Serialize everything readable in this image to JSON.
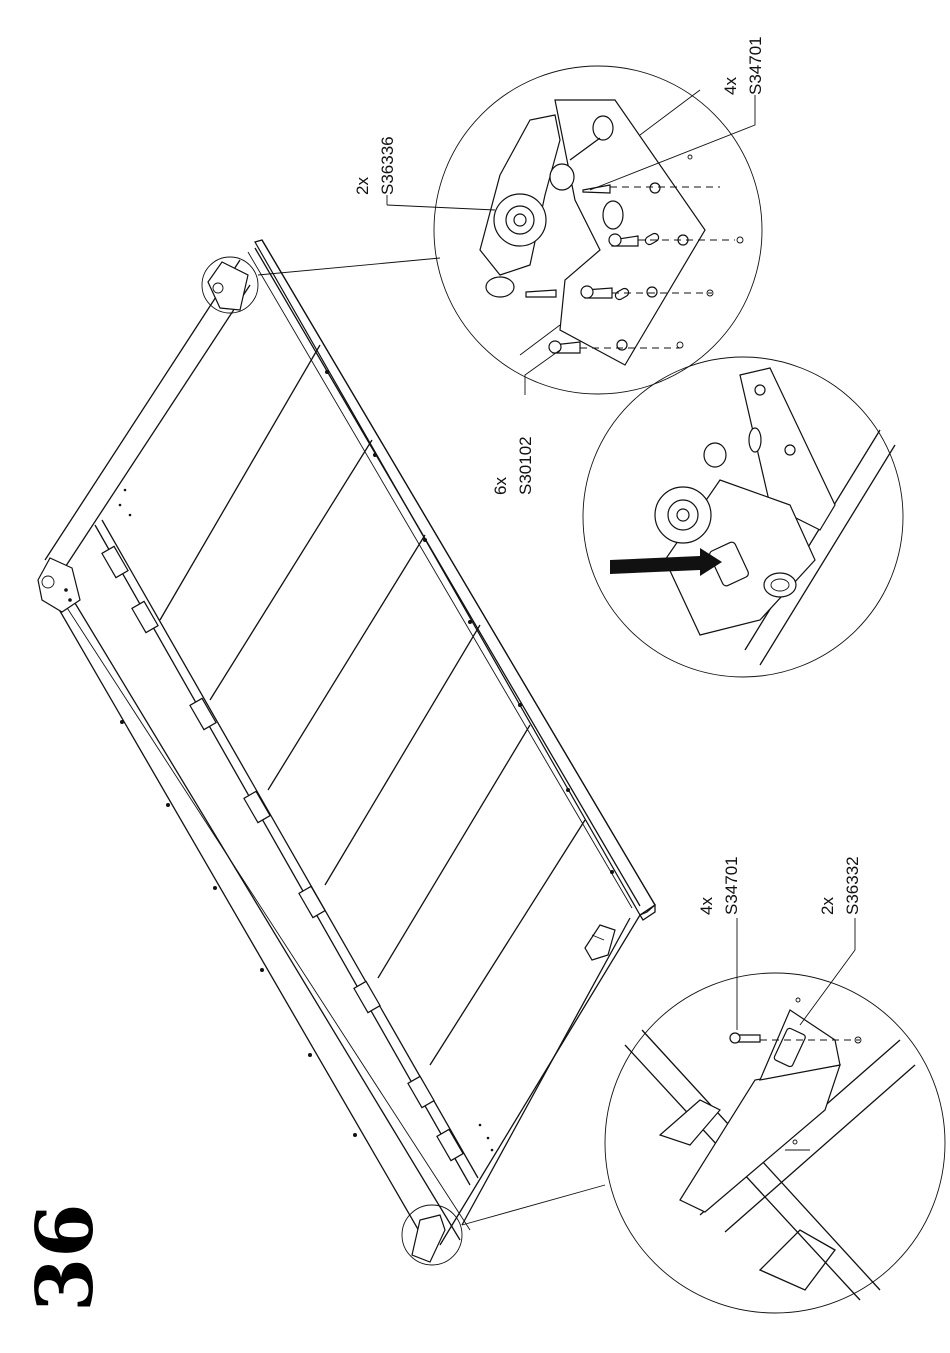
{
  "step_number": "36",
  "callouts": {
    "top_right": {
      "qty_a": "2x",
      "part_a": "S36336",
      "qty_b": "4x",
      "part_b": "S34701",
      "qty_c": "6x",
      "part_c": "S30102"
    },
    "bottom_right": {
      "qty_a": "4x",
      "part_a": "S34701",
      "qty_b": "2x",
      "part_b": "S36332"
    }
  },
  "icons": [
    "push-arrow-icon",
    "screw-icon",
    "hinge-bracket-icon",
    "clip-bracket-icon"
  ]
}
